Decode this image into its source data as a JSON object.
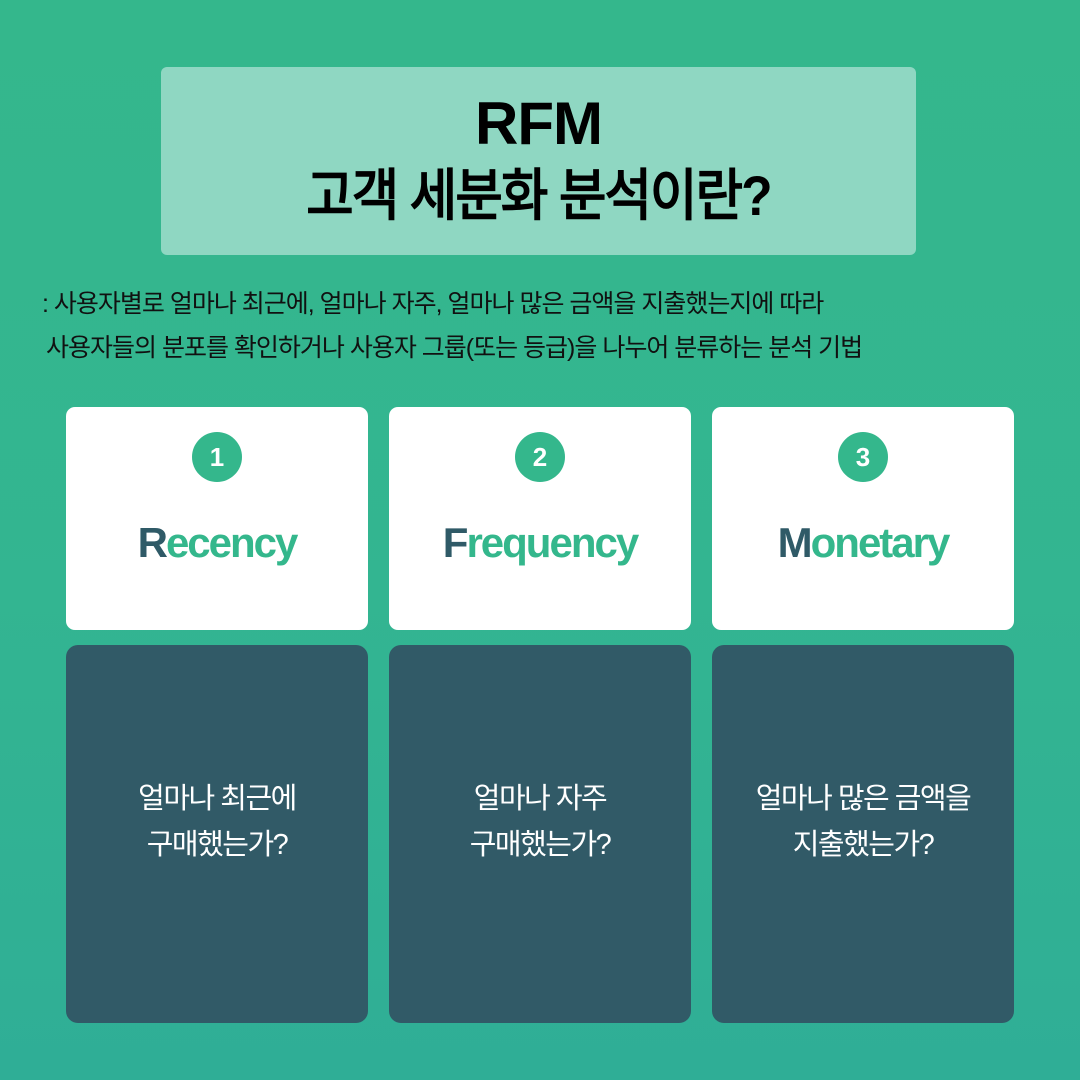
{
  "title": {
    "line1": "RFM",
    "line2": "고객 세분화 분석이란?"
  },
  "description": {
    "line1": ": 사용자별로 얼마나 최근에, 얼마나 자주, 얼마나 많은 금액을 지출했는지에 따라",
    "line2": "사용자들의 분포를 확인하거나 사용자 그룹(또는 등급)을 나누어 분류하는 분석 기법"
  },
  "colors": {
    "background": "#34b78c",
    "title_box": "#8fd7c2",
    "accent_green": "#34b78c",
    "dark_teal": "#315a67",
    "card_white": "#ffffff"
  },
  "cards": [
    {
      "number": "1",
      "term_initial": "R",
      "term_rest": "ecency",
      "question_line1": "얼마나 최근에",
      "question_line2": "구매했는가?"
    },
    {
      "number": "2",
      "term_initial": "F",
      "term_rest": "requency",
      "question_line1": "얼마나 자주",
      "question_line2": "구매했는가?"
    },
    {
      "number": "3",
      "term_initial": "M",
      "term_rest": "onetary",
      "question_line1": "얼마나 많은 금액을",
      "question_line2": "지출했는가?"
    }
  ]
}
